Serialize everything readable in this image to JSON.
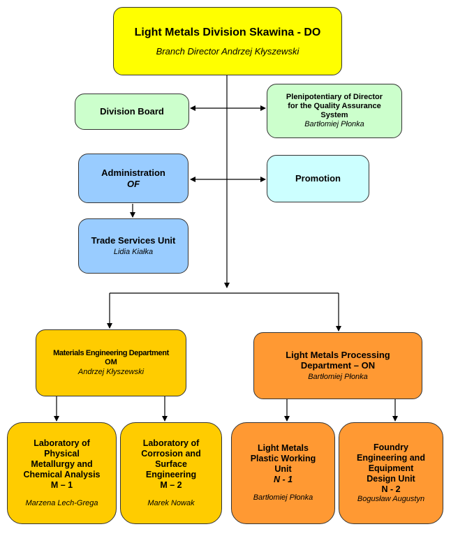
{
  "top": {
    "title": "Light Metals Division Skawina - DO",
    "director": "Branch Director Andrzej Kłyszewski"
  },
  "division_board": {
    "title": "Division Board"
  },
  "plenipotentiary": {
    "title_line1": "Plenipotentiary of Director",
    "title_line2": "for the Quality Assurance",
    "title_line3": "System",
    "person": "Bartłomiej Płonka"
  },
  "administration": {
    "title": "Administration",
    "code": "OF"
  },
  "promotion": {
    "title": "Promotion"
  },
  "trade": {
    "title": "Trade Services Unit",
    "person": "Lidia Kiałka"
  },
  "materials": {
    "title_line1": "Materials Engineering Department",
    "title_line2": "OM",
    "person": "Andrzej Kłyszewski"
  },
  "processing": {
    "title_line1": "Light Metals Processing",
    "title_line2": "Department – ON",
    "person": "Bartłomiej Płonka"
  },
  "lab1": {
    "lines": [
      "Laboratory of",
      "Physical",
      "Metallurgy and",
      "Chemical Analysis",
      "M – 1"
    ],
    "person": "Marzena Lech-Grega"
  },
  "lab2": {
    "lines": [
      "Laboratory of",
      "Corrosion and",
      "Surface",
      "Engineering",
      "M – 2"
    ],
    "person": "Marek Nowak"
  },
  "unit1": {
    "lines": [
      "Light Metals",
      "Plastic Working",
      "Unit"
    ],
    "code": "N - 1",
    "person": "Bartłomiej Płonka"
  },
  "unit2": {
    "lines": [
      "Foundry",
      "Engineering and",
      "Equipment",
      "Design Unit",
      "N - 2"
    ],
    "person": "Bogusław Augustyn"
  }
}
